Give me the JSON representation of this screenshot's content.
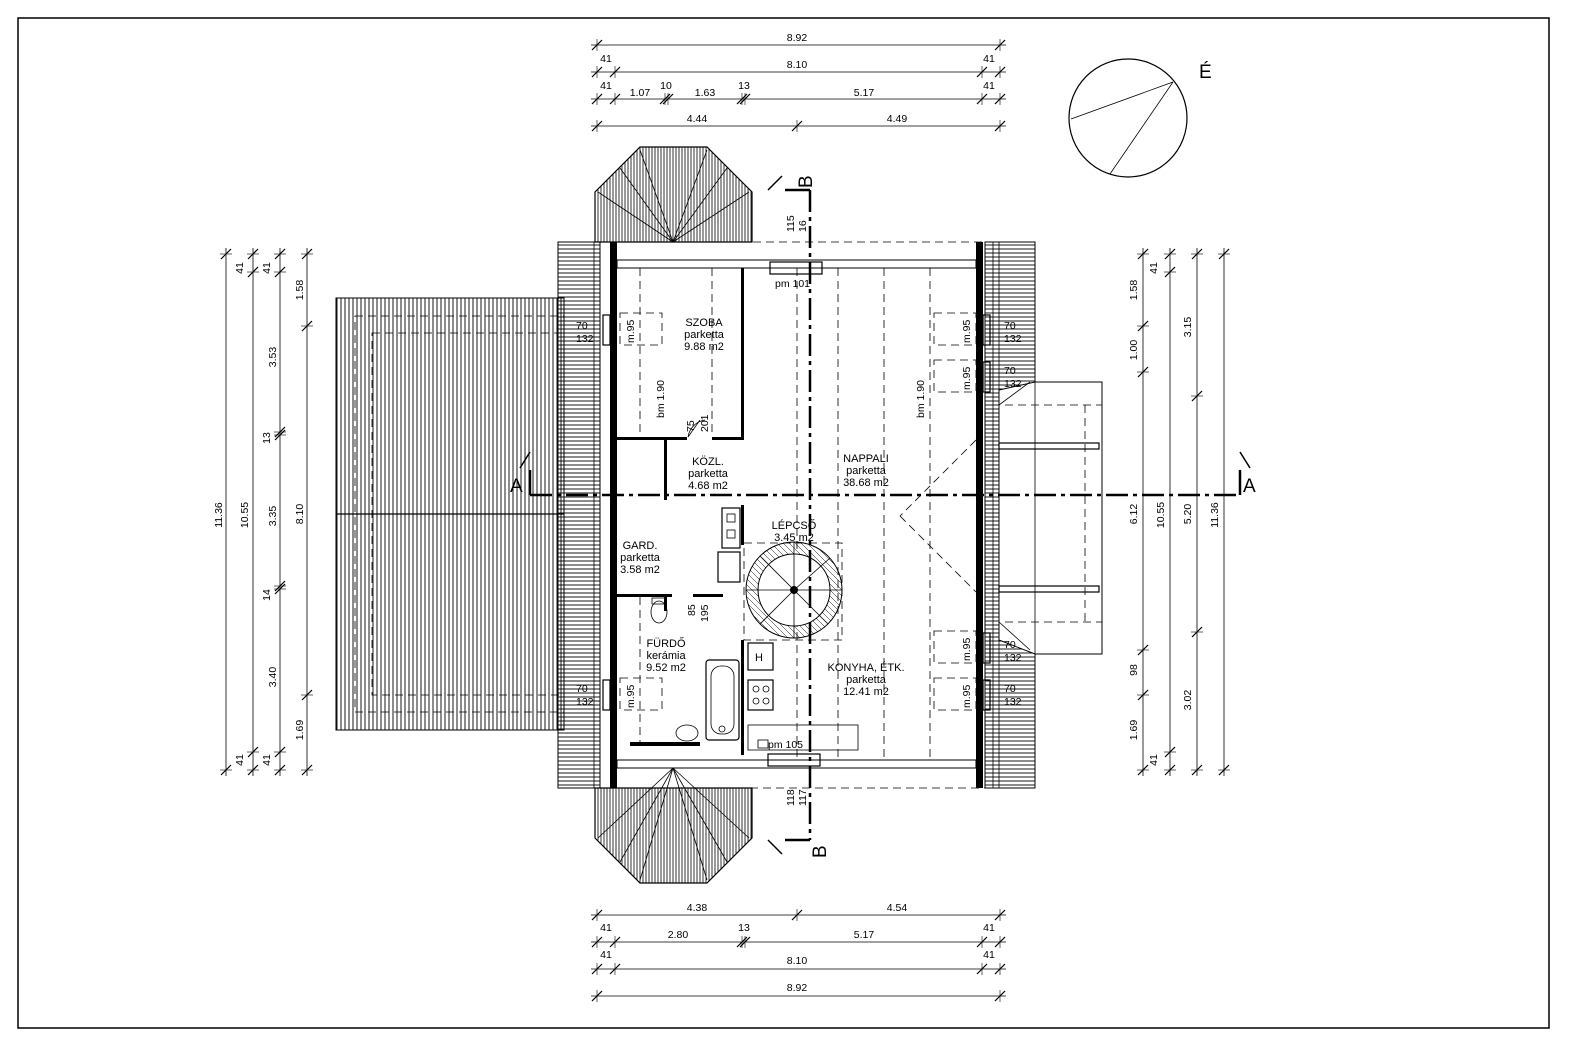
{
  "north_label": "É",
  "sections": {
    "a": "A",
    "b": "B"
  },
  "dims": {
    "top": {
      "overall": "8.92",
      "wall_a": "41",
      "inner": "8.10",
      "wall_b": "41",
      "wall_c": "41",
      "seg1": "1.07",
      "seg2": "10",
      "seg3": "1.63",
      "seg4": "13",
      "seg5": "5.17",
      "wall_d": "41",
      "half1": "4.44",
      "half2": "4.49"
    },
    "bottom": {
      "half1": "4.38",
      "half2": "4.54",
      "wall_a": "41",
      "seg1": "2.80",
      "seg2": "13",
      "seg3": "5.17",
      "wall_b": "41",
      "wall_c": "41",
      "inner": "8.10",
      "wall_d": "41",
      "overall": "8.92"
    },
    "left": {
      "overall": "11.36",
      "inner": "10.55",
      "w1": "41",
      "w2": "41",
      "w3": "41",
      "w4": "41",
      "s1": "3.53",
      "s2": "13",
      "s3": "3.35",
      "s4": "14",
      "s5": "3.40",
      "r1": "1.58",
      "r2": "8.10",
      "r3": "1.69"
    },
    "right": {
      "a1": "1.58",
      "a2": "1.00",
      "a3": "6.12",
      "a4": "98",
      "a5": "1.69",
      "b1": "41",
      "b2": "10.55",
      "b3": "41",
      "c1": "3.15",
      "c2": "5.20",
      "c3": "3.02",
      "d1": "11.36"
    }
  },
  "rooms": {
    "szoba": {
      "name": "SZOBA",
      "floor": "parketta",
      "area": "9.88 m2"
    },
    "kozl": {
      "name": "KÖZL.",
      "floor": "parketta",
      "area": "4.68 m2"
    },
    "gard": {
      "name": "GARD.",
      "floor": "parketta",
      "area": "3.58 m2"
    },
    "furdo": {
      "name": "FÜRDŐ",
      "floor": "kerámia",
      "area": "9.52 m2"
    },
    "lepcso": {
      "name": "LÉPCSŐ",
      "area": "3.45 m2"
    },
    "nappali": {
      "name": "NAPPALI",
      "floor": "parketta",
      "area": "38.68 m2"
    },
    "konyha": {
      "name": "KONYHA, ÉTK.",
      "floor": "parketta",
      "area": "12.41 m2"
    }
  },
  "annotations": {
    "pm_top": "pm 101",
    "pm_bottom": "pm 105",
    "bm_left": "bm 1.90",
    "bm_right": "bm 1.90",
    "door_75": "75",
    "door_201": "201",
    "door_85": "85",
    "door_195": "195",
    "b_top_115": "115",
    "b_top_16": "16",
    "b_bot_118": "118",
    "b_bot_117": "117",
    "heater": "H",
    "win_w": "70",
    "win_h": "132",
    "sill": "m.95"
  }
}
